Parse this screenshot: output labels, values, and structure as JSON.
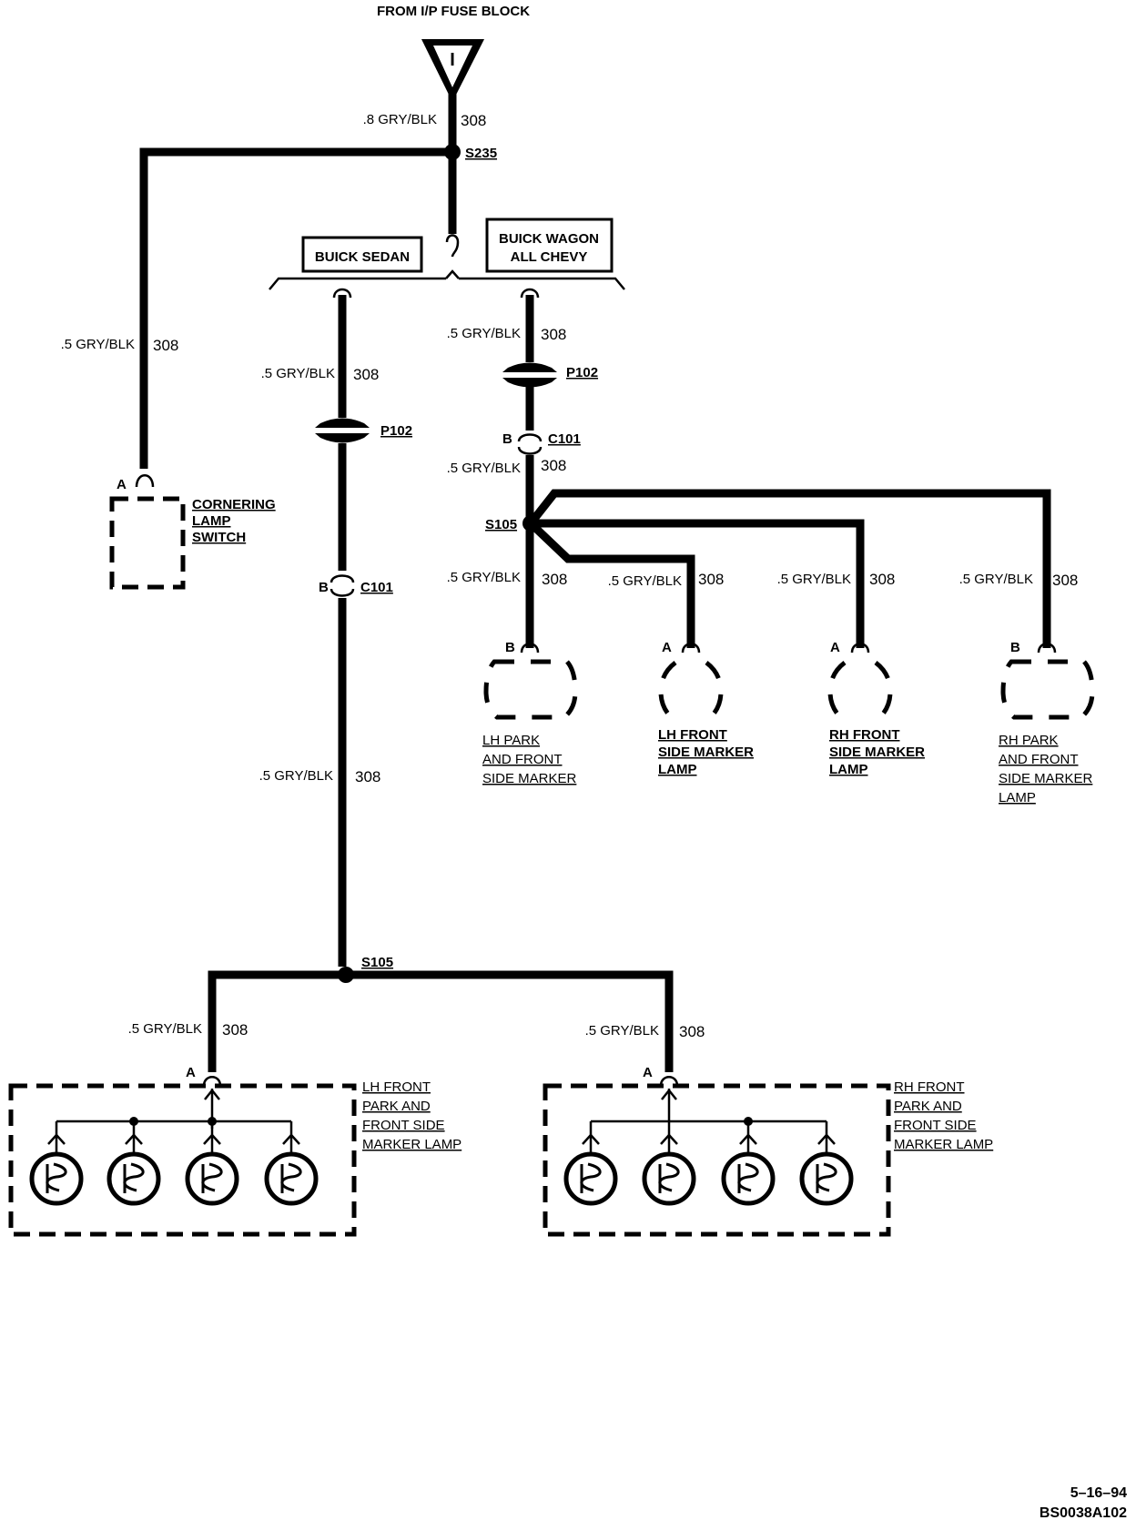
{
  "source": {
    "title": "FROM I/P FUSE BLOCK",
    "symbol": "I"
  },
  "wire_labels": {
    "gauge_8": ".8 GRY/BLK",
    "gauge_5": ".5 GRY/BLK",
    "circuit": "308"
  },
  "splices": {
    "s235": "S235",
    "s105": "S105"
  },
  "connectors": {
    "p102": "P102",
    "c101": "C101",
    "pin_a": "A",
    "pin_b": "B"
  },
  "options": {
    "sedan": "BUICK SEDAN",
    "wagon_line1": "BUICK WAGON",
    "wagon_line2": "ALL CHEVY"
  },
  "components": {
    "cornering_switch": [
      "CORNERING",
      "LAMP",
      "SWITCH"
    ],
    "lh_park_side": [
      "LH PARK",
      "AND FRONT",
      "SIDE MARKER"
    ],
    "lh_front_side": [
      "LH FRONT",
      "SIDE MARKER",
      "LAMP"
    ],
    "rh_front_side": [
      "RH FRONT",
      "SIDE MARKER",
      "LAMP"
    ],
    "rh_park_side": [
      "RH PARK",
      "AND FRONT",
      "SIDE MARKER",
      "LAMP"
    ],
    "lh_front_park_box": [
      "LH FRONT",
      "PARK AND",
      "FRONT SIDE",
      "MARKER LAMP"
    ],
    "rh_front_park_box": [
      "RH FRONT",
      "PARK AND",
      "FRONT SIDE",
      "MARKER LAMP"
    ]
  },
  "footer": {
    "date": "5–16–94",
    "code": "BS0038A102"
  }
}
